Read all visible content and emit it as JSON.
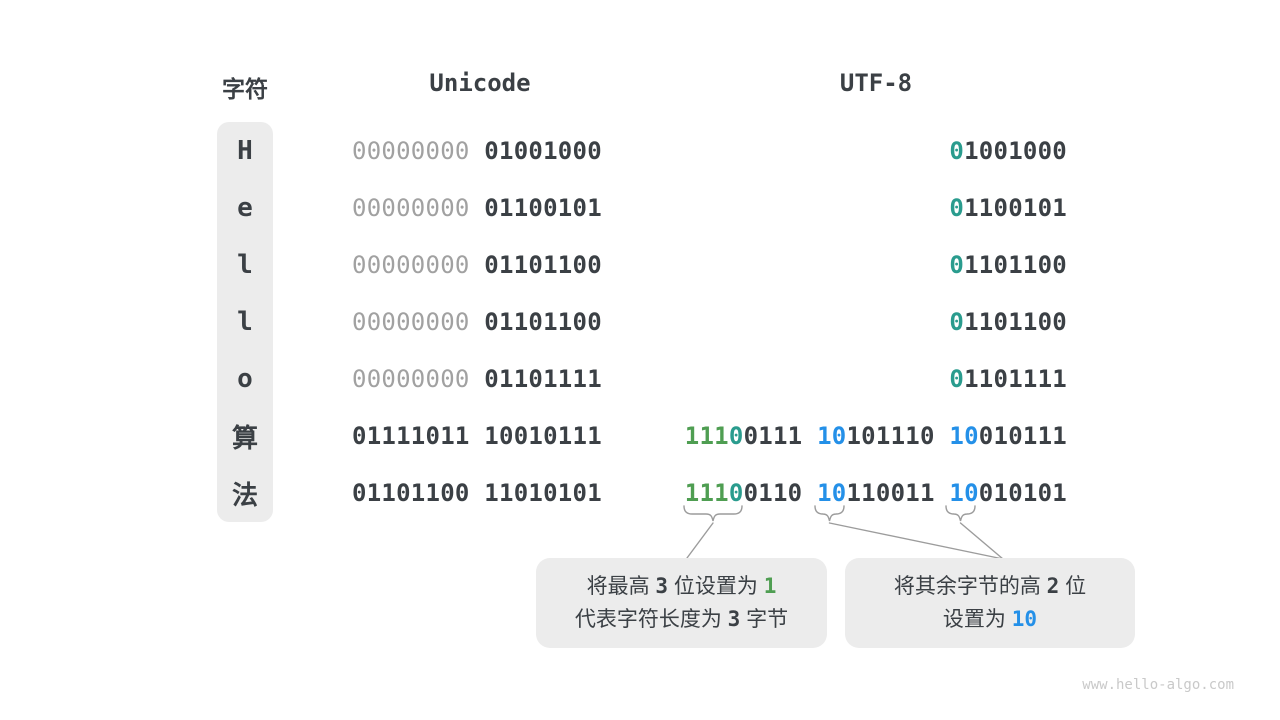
{
  "colors": {
    "dark": "#3b4045",
    "muted": "#a1a1a1",
    "green": "#4f9e52",
    "teal": "#2a9c8e",
    "blue": "#2490e8",
    "box_bg": "#ececec",
    "line_gray": "#9c9c9c",
    "watermark": "#c9c9c9"
  },
  "header": {
    "char_label": "字符",
    "unicode_label": "Unicode",
    "utf8_label": "UTF-8"
  },
  "rows": [
    {
      "char": "H",
      "unicode": [
        {
          "t": "00000000",
          "c": "muted"
        },
        {
          "t": " 01001000",
          "c": "dark"
        }
      ],
      "utf8": [
        [
          {
            "t": "0",
            "c": "teal"
          },
          {
            "t": "1001000",
            "c": "dark"
          }
        ]
      ]
    },
    {
      "char": "e",
      "unicode": [
        {
          "t": "00000000",
          "c": "muted"
        },
        {
          "t": " 01100101",
          "c": "dark"
        }
      ],
      "utf8": [
        [
          {
            "t": "0",
            "c": "teal"
          },
          {
            "t": "1100101",
            "c": "dark"
          }
        ]
      ]
    },
    {
      "char": "l",
      "unicode": [
        {
          "t": "00000000",
          "c": "muted"
        },
        {
          "t": " 01101100",
          "c": "dark"
        }
      ],
      "utf8": [
        [
          {
            "t": "0",
            "c": "teal"
          },
          {
            "t": "1101100",
            "c": "dark"
          }
        ]
      ]
    },
    {
      "char": "l",
      "unicode": [
        {
          "t": "00000000",
          "c": "muted"
        },
        {
          "t": " 01101100",
          "c": "dark"
        }
      ],
      "utf8": [
        [
          {
            "t": "0",
            "c": "teal"
          },
          {
            "t": "1101100",
            "c": "dark"
          }
        ]
      ]
    },
    {
      "char": "o",
      "unicode": [
        {
          "t": "00000000",
          "c": "muted"
        },
        {
          "t": " 01101111",
          "c": "dark"
        }
      ],
      "utf8": [
        [
          {
            "t": "0",
            "c": "teal"
          },
          {
            "t": "1101111",
            "c": "dark"
          }
        ]
      ]
    },
    {
      "char": "算",
      "unicode": [
        {
          "t": "01111011 10010111",
          "c": "dark"
        }
      ],
      "utf8": [
        [
          {
            "t": "111",
            "c": "green"
          },
          {
            "t": "0",
            "c": "teal"
          },
          {
            "t": "0111",
            "c": "dark"
          }
        ],
        [
          {
            "t": "10",
            "c": "blue"
          },
          {
            "t": "101110",
            "c": "dark"
          }
        ],
        [
          {
            "t": "10",
            "c": "blue"
          },
          {
            "t": "010111",
            "c": "dark"
          }
        ]
      ]
    },
    {
      "char": "法",
      "unicode": [
        {
          "t": "01101100 11010101",
          "c": "dark"
        }
      ],
      "utf8": [
        [
          {
            "t": "111",
            "c": "green"
          },
          {
            "t": "0",
            "c": "teal"
          },
          {
            "t": "0110",
            "c": "dark"
          }
        ],
        [
          {
            "t": "10",
            "c": "blue"
          },
          {
            "t": "110011",
            "c": "dark"
          }
        ],
        [
          {
            "t": "10",
            "c": "blue"
          },
          {
            "t": "010101",
            "c": "dark"
          }
        ]
      ]
    }
  ],
  "callouts": [
    {
      "lines": [
        [
          {
            "t": "将最高 ",
            "c": "dark"
          },
          {
            "t": "3",
            "c": "dark-mono"
          },
          {
            "t": " 位设置为 ",
            "c": "dark"
          },
          {
            "t": "1",
            "c": "green-mono"
          }
        ],
        [
          {
            "t": "代表字符长度为 ",
            "c": "dark"
          },
          {
            "t": "3",
            "c": "dark-mono"
          },
          {
            "t": " 字节",
            "c": "dark"
          }
        ]
      ]
    },
    {
      "lines": [
        [
          {
            "t": "将其余字节的高 ",
            "c": "dark"
          },
          {
            "t": "2",
            "c": "dark-mono"
          },
          {
            "t": " 位",
            "c": "dark"
          }
        ],
        [
          {
            "t": "设置为 ",
            "c": "dark"
          },
          {
            "t": "10",
            "c": "blue-mono"
          }
        ]
      ]
    }
  ],
  "page": {
    "watermark": "www.hello-algo.com"
  }
}
